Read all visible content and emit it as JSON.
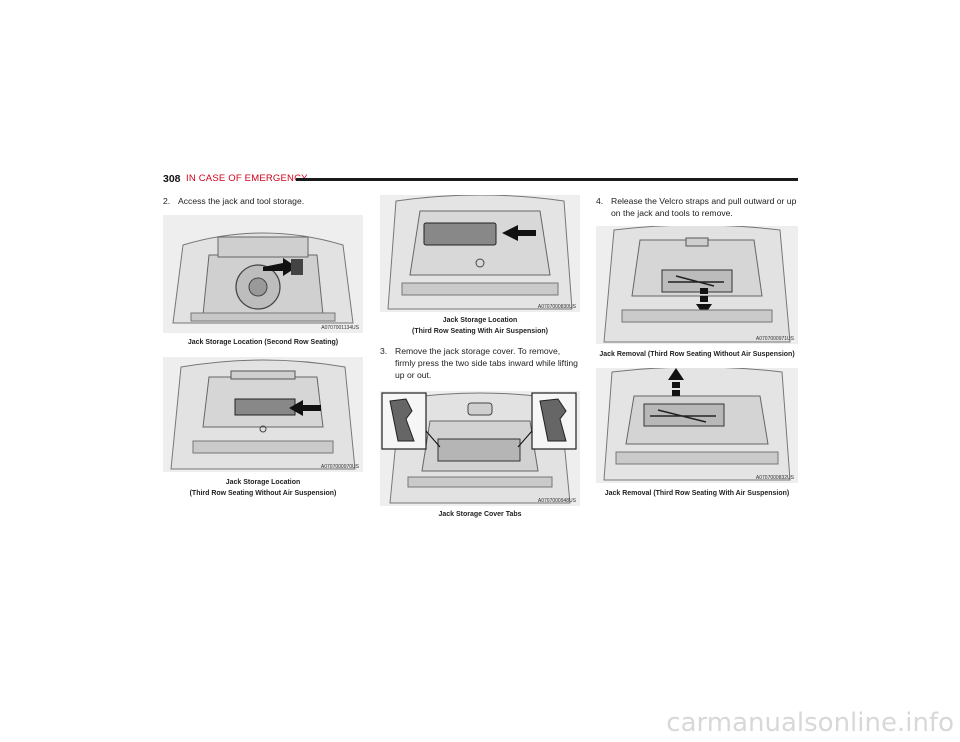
{
  "header": {
    "page_number": "308",
    "section": "IN CASE OF EMERGENCY"
  },
  "steps": [
    {
      "num": "2.",
      "text": "Access the jack and tool storage."
    },
    {
      "num": "3.",
      "text": "Remove the jack storage cover. To remove, firmly press the two side tabs inward while lifting up or out."
    },
    {
      "num": "4.",
      "text": "Release the Velcro straps and pull outward or up on the jack and tools to remove."
    }
  ],
  "figures": [
    {
      "code": "A0707001134US",
      "caption": "Jack Storage Location (Second Row Seating)"
    },
    {
      "code": "A0707000970US",
      "caption_line1": "Jack Storage Location",
      "caption_line2": "(Third Row Seating Without Air Suspension)"
    },
    {
      "code": "A0707000830US",
      "caption_line1": "Jack Storage Location",
      "caption_line2": "(Third Row Seating With Air Suspension)"
    },
    {
      "code": "A0707000948US",
      "caption": "Jack Storage Cover Tabs"
    },
    {
      "code": "A0707000971US",
      "caption": "Jack Removal (Third Row Seating Without Air Suspension)"
    },
    {
      "code": "A0707000832US",
      "caption": "Jack Removal (Third Row Seating With Air Suspension)"
    }
  ],
  "watermark": "carmanualsonline.info"
}
